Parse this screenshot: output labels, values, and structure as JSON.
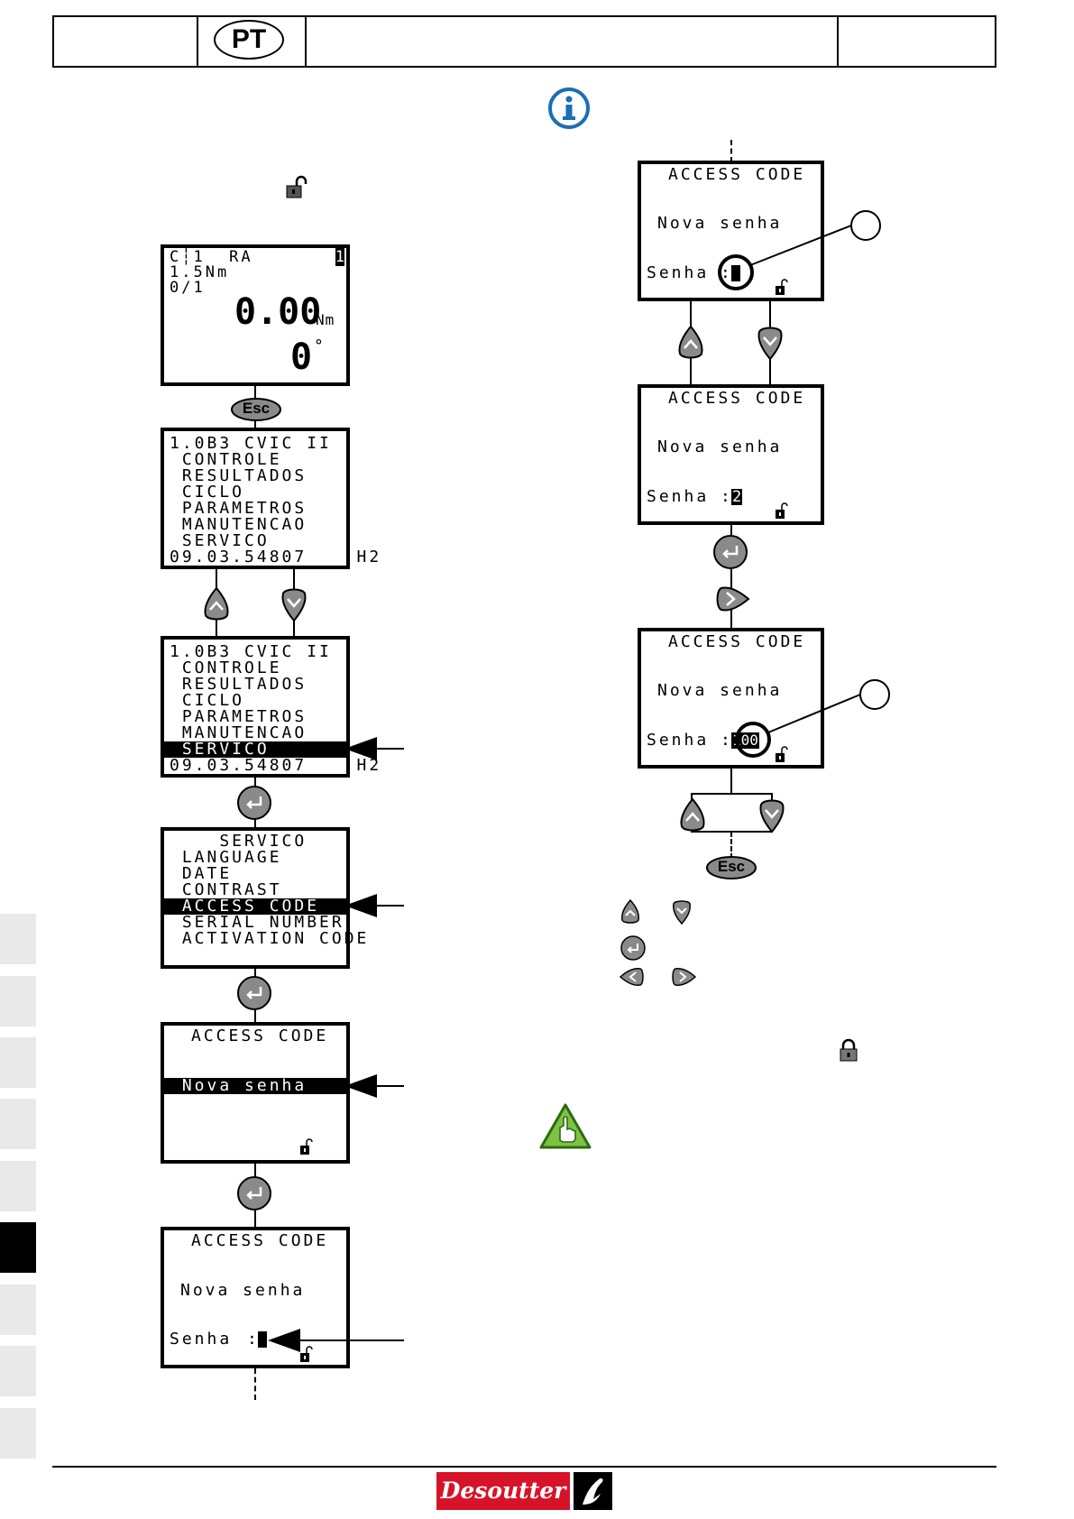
{
  "header": {
    "lang_code": "PT"
  },
  "left_column": {
    "screen_main": {
      "line1": "C┆1  RA",
      "counter": "1",
      "line2": "1.5Nm",
      "line3": "0/1",
      "torque": "0.00",
      "torque_unit": "Nm",
      "angle": "0",
      "angle_unit": "°"
    },
    "esc_label": "Esc",
    "menu1": [
      "1.0B3 CVIC II",
      " CONTROLE",
      " RESULTADOS",
      " CICLO",
      " PARAMETROS",
      " MANUTENCAO",
      " SERVICO",
      "09.03.54807    H2"
    ],
    "menu2": [
      "1.0B3 CVIC II",
      " CONTROLE",
      " RESULTADOS",
      " CICLO",
      " PARAMETROS",
      " MANUTENCAO",
      " SERVICO",
      "09.03.54807    H2"
    ],
    "servico_menu": [
      "    SERVICO",
      " LANGUAGE",
      " DATE",
      " CONTRAST",
      " ACCESS CODE",
      " SERIAL NUMBER",
      " ACTIVATION CODE"
    ],
    "access1": {
      "title": "ACCESS CODE",
      "item": " Nova senha"
    },
    "access2": {
      "title": "ACCESS CODE",
      "item": "Nova senha",
      "field_label": "Senha",
      "field_sep": ":"
    }
  },
  "right_column": {
    "screen_a": {
      "title": "ACCESS CODE",
      "item": "Nova senha",
      "field_label": "Senha",
      "field_sep": ":"
    },
    "screen_b": {
      "title": "ACCESS CODE",
      "item": "Nova senha",
      "field_label": "Senha",
      "field_sep": ":",
      "digit": "2"
    },
    "screen_c": {
      "title": "ACCESS CODE",
      "item": "Nova senha",
      "field_label": "Senha",
      "field_sep": ":",
      "digits": "100"
    },
    "esc_label": "Esc"
  },
  "footer": {
    "brand": "Desoutter"
  },
  "colors": {
    "info_blue": "#1a6fb5",
    "note_green": "#7dc242",
    "brand_red": "#d7132a",
    "key_gray": "#8a8a8a"
  }
}
